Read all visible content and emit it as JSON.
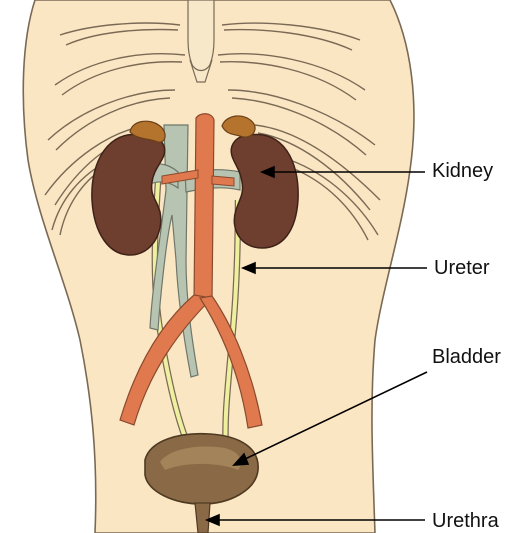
{
  "labels": {
    "kidney": "Kidney",
    "ureter": "Ureter",
    "bladder": "Bladder",
    "urethra": "Urethra"
  },
  "colors": {
    "skin": "#fbe6c4",
    "skin_outline": "#7a6a55",
    "kidney": "#6e3e2f",
    "adrenal": "#b5742e",
    "aorta": "#e07a4e",
    "vena_cava": "#b8c4b2",
    "ureter": "#eef0a0",
    "bladder": "#8a6a46",
    "leader_line": "#000000"
  }
}
